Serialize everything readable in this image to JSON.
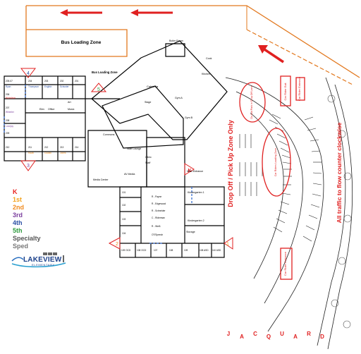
{
  "map": {
    "bus_loading_zone_top": "Bus Loading Zone",
    "bus_loading_zone_side": "Bus Loading Zone",
    "rooms": {
      "boiler_room": "Boiler Room",
      "cook": "Cook",
      "kitchen": "Kitchen",
      "cafeteria": "Cafeteria",
      "gym_a": "Gym A",
      "gym_b": "Gym B",
      "stage": "Stage",
      "commons": "Commons",
      "staff_lounge": "Staff Lounge",
      "media_center": "Media Center",
      "av_media": "AV Media",
      "main_entrance": "Main Entrance",
      "kindergarten_1": "Kindergarten 1",
      "kindergarten_2": "Kindergarten 2",
      "storage": "Storage",
      "office": "Office",
      "art": "Art",
      "music": "Music",
      "elev": "Elev",
      "clinic": "Clinic",
      "staff": "Staff"
    },
    "left_wing_rooms": [
      "205-07",
      "204",
      "203",
      "202",
      "201",
      "206",
      "207",
      "208",
      "209",
      "210",
      "211",
      "212",
      "213",
      "214"
    ],
    "left_wing_teachers": [
      "Thompson",
      "English",
      "Schuster",
      "Ryan",
      "Nicholson",
      "Wheeler",
      "Lovejoy",
      "Hawk",
      "Cowan",
      "Jones"
    ],
    "bottom_rooms": [
      "101",
      "102",
      "103",
      "104",
      "105",
      "106",
      "107",
      "108",
      "109",
      "110",
      "111",
      "112",
      "113"
    ],
    "bottom_corridor_labels": [
      "109 OCD",
      "108 OCD",
      "107",
      "108",
      "109",
      "108 ASD",
      "110 ASD"
    ],
    "bottom_staff": [
      "R - Payne",
      "R - Edgewood",
      "R - Schneider",
      "C - Riderman",
      "R - Weiß",
      "OT/Speech"
    ],
    "entrance_markers": [
      "4",
      "5",
      "K",
      "3",
      "2",
      "1"
    ],
    "parking": {
      "drop_off_zone": "Drop Off / Pick Up Zone Only",
      "traffic_note": "All traffic to flow counter clockwise",
      "car_rider_exit": "Car Rider Exit",
      "car_rider_entrance": "Car Rider Entrance",
      "parking_note_upper": "Do Not Park in Drop Off Lane",
      "parking_note_middle": "Car Riders Loading Zone",
      "street": "JACQUARD"
    }
  },
  "legend": [
    {
      "label": "K",
      "color": "#e8231f"
    },
    {
      "label": "1st",
      "color": "#f3a21b"
    },
    {
      "label": "2nd",
      "color": "#f08a1d"
    },
    {
      "label": "3rd",
      "color": "#7b3f9e"
    },
    {
      "label": "4th",
      "color": "#2a4fa5"
    },
    {
      "label": "5th",
      "color": "#2e9b3e"
    },
    {
      "label": "Specialty",
      "color": "#555555"
    },
    {
      "label": "Sped",
      "color": "#777777"
    }
  ],
  "logo": {
    "text": "LAKEVIEW",
    "sub": "ELEMENTARY"
  },
  "colors": {
    "route_orange": "#e2781e",
    "arrow_red": "#e02020",
    "wall": "#000000"
  }
}
